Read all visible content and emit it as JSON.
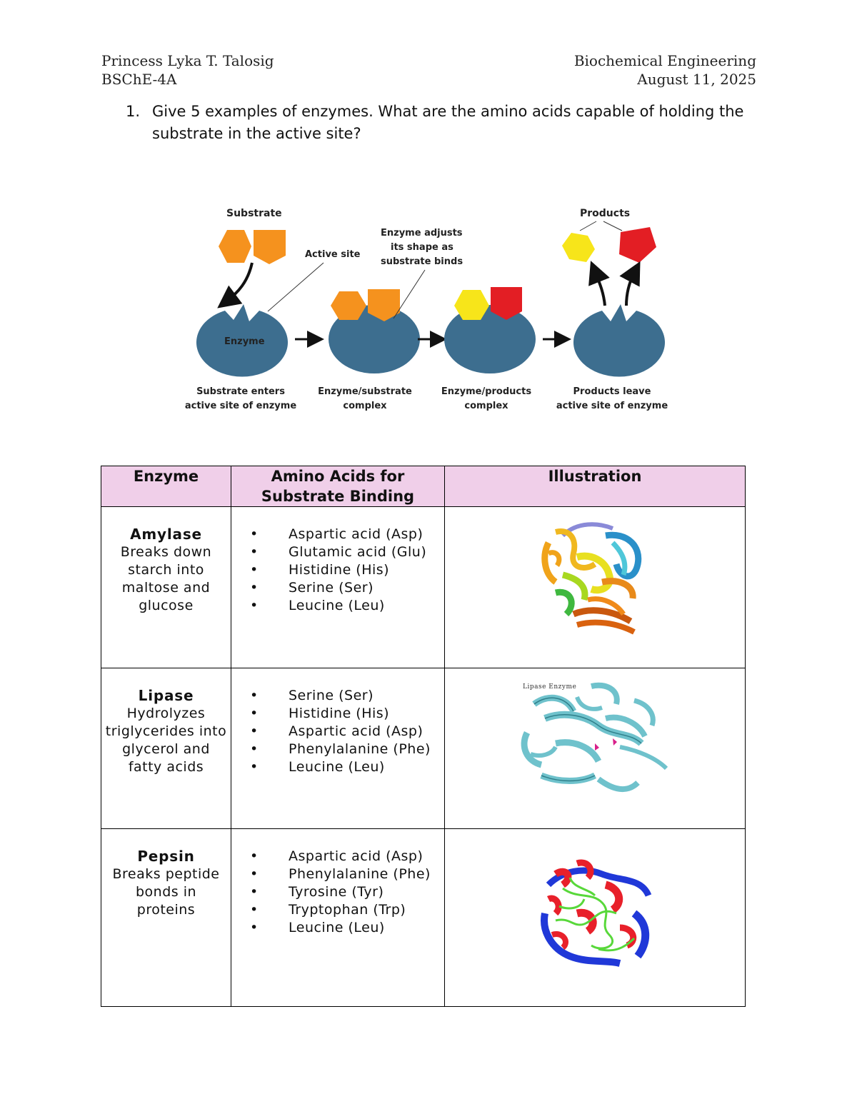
{
  "header": {
    "name": "Princess Lyka T. Talosig",
    "program": "BSChE-4A",
    "subject": "Biochemical Engineering",
    "date": "August 11, 2025"
  },
  "question": {
    "number": "1.",
    "text": "Give 5 examples of enzymes. What are the amino acids capable of holding the substrate in the active site?"
  },
  "diagram": {
    "labels": {
      "substrate": "Substrate",
      "active_site": "Active site",
      "enzyme_adjusts": [
        "Enzyme adjusts",
        "its shape as",
        "substrate binds"
      ],
      "products": "Products",
      "enzyme": "Enzyme"
    },
    "captions": [
      [
        "Substrate enters",
        "active site of enzyme"
      ],
      [
        "Enzyme/substrate",
        "complex"
      ],
      [
        "Enzyme/products",
        "complex"
      ],
      [
        "Products leave",
        "active site of enzyme"
      ]
    ],
    "colors": {
      "enzyme": "#3d6e8f",
      "substrate": "#f5921e",
      "product_yellow": "#f7e51a",
      "product_red": "#e31e24"
    }
  },
  "table": {
    "headers": [
      "Enzyme",
      "Amino Acids for Substrate Binding",
      "Illustration"
    ],
    "header_bg": "#f0cfe9",
    "rows": [
      {
        "name": "Amylase",
        "description": "Breaks down starch into maltose and glucose",
        "amino_acids": [
          "Aspartic acid (Asp)",
          "Glutamic acid (Glu)",
          "Histidine (His)",
          "Serine (Ser)",
          "Leucine (Leu)"
        ]
      },
      {
        "name": "Lipase",
        "description": "Hydrolyzes triglycerides into glycerol and fatty acids",
        "amino_acids": [
          "Serine (Ser)",
          "Histidine (His)",
          "Aspartic acid (Asp)",
          "Phenylalanine (Phe)",
          "Leucine (Leu)"
        ],
        "illustration_caption": "Lipase Enzyme"
      },
      {
        "name": "Pepsin",
        "description": "Breaks peptide bonds in proteins",
        "amino_acids": [
          "Aspartic acid (Asp)",
          "Phenylalanine (Phe)",
          "Tyrosine (Tyr)",
          "Tryptophan (Trp)",
          "Leucine (Leu)"
        ]
      }
    ]
  }
}
